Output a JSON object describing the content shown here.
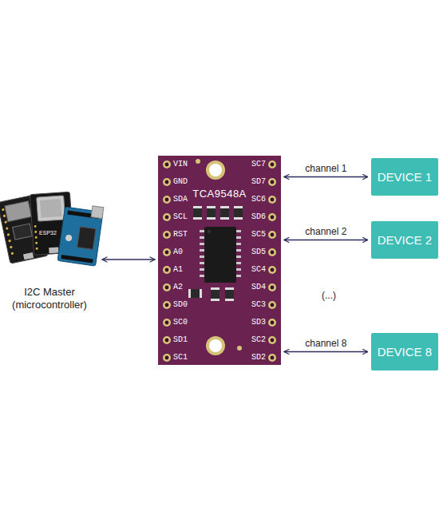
{
  "diagram": {
    "nodes": [
      {
        "text": [
          "I2C Master (microcontroller)"
        ]
      },
      {
        "text": [
          "TCA9548A"
        ]
      },
      {
        "text": [
          "DEVICE 1"
        ]
      },
      {
        "text": [
          "DEVICE 2"
        ]
      },
      {
        "text": [
          "DEVICE 8"
        ]
      }
    ],
    "edges": [
      {
        "from": 0,
        "to": 1,
        "arrow": "both"
      },
      {
        "from": 1,
        "to": 2,
        "label": "channel 1",
        "arrow": "both"
      },
      {
        "from": 1,
        "to": 3,
        "label": "channel 2",
        "arrow": "both"
      },
      {
        "from": 1,
        "to": 4,
        "label": "channel 8",
        "arrow": "both"
      }
    ],
    "labels": [
      "ESP32",
      "VIN",
      "GND",
      "SDA",
      "SCL",
      "RST",
      "A0",
      "A1",
      "A2",
      "SD0",
      "SC0",
      "SD1",
      "SC1",
      "SC7",
      "SD7",
      "SC6",
      "SD6",
      "SC5",
      "SD5",
      "SC4",
      "SD4",
      "SC3",
      "SD3",
      "SC2",
      "SD2",
      "(...)"
    ]
  }
}
